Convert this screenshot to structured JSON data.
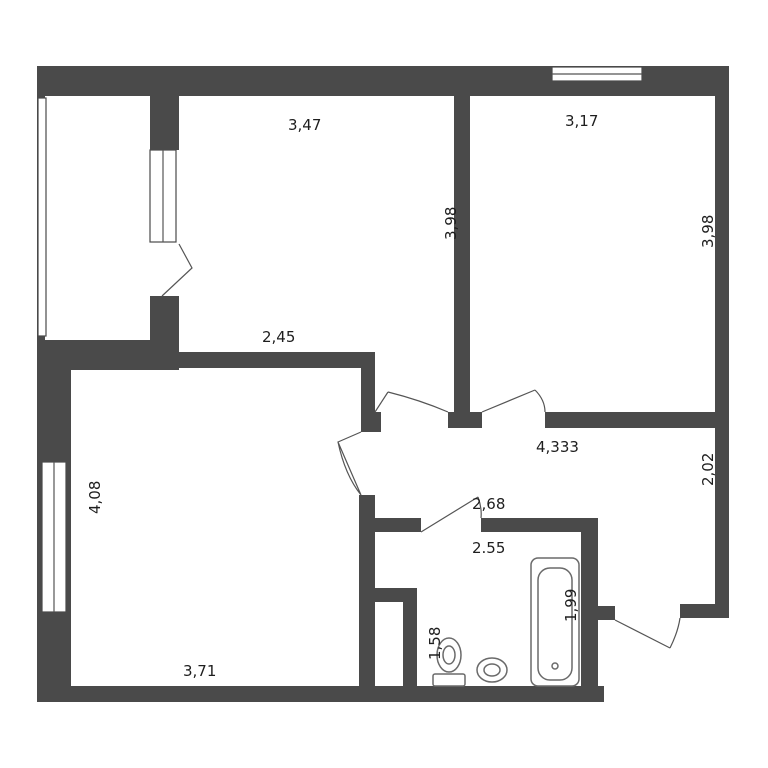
{
  "plan": {
    "dimensions": {
      "room1_width": "3,47",
      "room1_height": "3,98",
      "room1_bottom": "2,45",
      "room2_width": "3,17",
      "room2_height": "3,98",
      "hall_width": "4,333",
      "hall_height": "2,02",
      "room3_height": "4,08",
      "room3_width": "3,71",
      "hall_lower_width": "2,68",
      "bath_width": "2.55",
      "bath_height": "1,99",
      "wc_height": "1,58"
    }
  }
}
